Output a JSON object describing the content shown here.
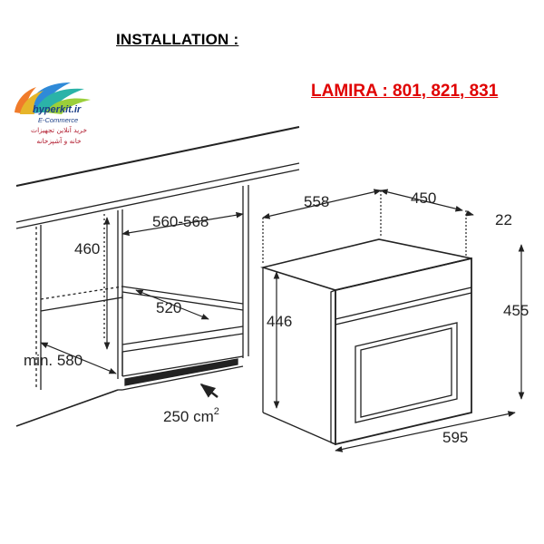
{
  "title": "INSTALLATION :",
  "models": "LAMIRA : 801, 821, 831",
  "logo": {
    "brand": "hyperkit.ir",
    "subtitle": "E-Commerce",
    "tagline_line1": "خرید آنلاین تجهیزات",
    "tagline_line2": "خانه و آشپزخانه"
  },
  "dimensions": {
    "cabinet_width": "560-568",
    "cabinet_height": "460",
    "cabinet_depth": "520",
    "min_depth": "min. 580",
    "ventilation": "250 cm",
    "ventilation_sup": "2",
    "oven_depth_body": "558",
    "oven_depth_total": "450",
    "front_depth": "22",
    "oven_height": "455",
    "body_height": "446",
    "oven_width": "595"
  }
}
